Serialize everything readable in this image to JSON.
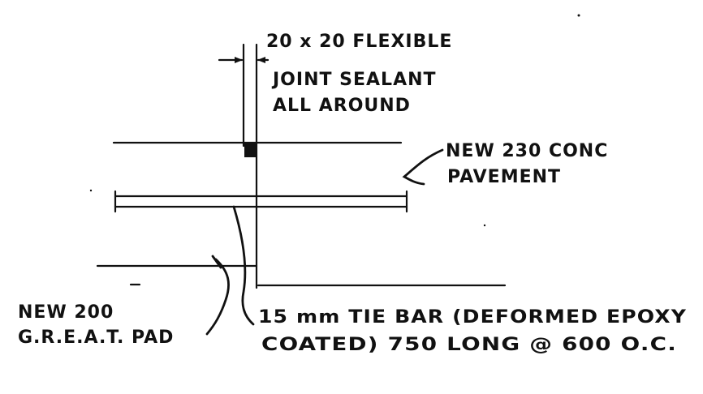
{
  "labels": {
    "sealant_line1": "20 x 20 FLEXIBLE",
    "sealant_line2": "JOINT SEALANT",
    "sealant_line3": "ALL AROUND",
    "pavement_line1": "NEW 230 CONC",
    "pavement_line2": "PAVEMENT",
    "pad_line1": "NEW 200",
    "pad_line2": "G.R.E.A.T. PAD",
    "tiebar_line1": "15 mm TIE BAR (DEFORMED EPOXY",
    "tiebar_line2": "COATED) 750 LONG @ 600 O.C."
  },
  "colors": {
    "ink": "#111111",
    "paper": "#ffffff"
  }
}
